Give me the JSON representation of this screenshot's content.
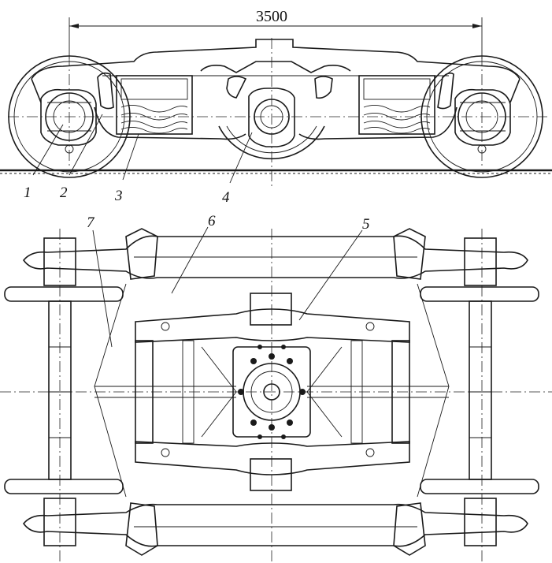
{
  "dimension": {
    "label": "3500"
  },
  "callouts": [
    {
      "id": "c1",
      "label": "1"
    },
    {
      "id": "c2",
      "label": "2"
    },
    {
      "id": "c3",
      "label": "3"
    },
    {
      "id": "c4",
      "label": "4"
    },
    {
      "id": "c5",
      "label": "5"
    },
    {
      "id": "c6",
      "label": "6"
    },
    {
      "id": "c7",
      "label": "7"
    }
  ]
}
